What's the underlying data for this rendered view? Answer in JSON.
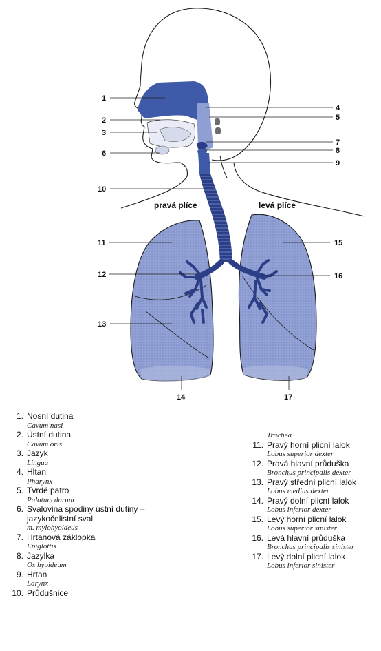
{
  "labels": {
    "right_lung": "pravá plíce",
    "left_lung": "levá plíce",
    "numbers": [
      "1",
      "2",
      "3",
      "4",
      "5",
      "6",
      "7",
      "8",
      "9",
      "10",
      "11",
      "12",
      "13",
      "14",
      "15",
      "16",
      "17"
    ]
  },
  "legend_left": [
    {
      "n": "1.",
      "cz": "Nosní dutina",
      "lat": "Cavum nasi"
    },
    {
      "n": "2.",
      "cz": "Ústní dutina",
      "lat": "Cavum oris"
    },
    {
      "n": "3.",
      "cz": "Jazyk",
      "lat": "Lingua"
    },
    {
      "n": "4.",
      "cz": "Hltan",
      "lat": "Pharynx"
    },
    {
      "n": "5.",
      "cz": "Tvrdé patro",
      "lat": "Palatum durum"
    },
    {
      "n": "6.",
      "cz": "Svalovina spodiny ústní dutiny –",
      "cz2": "jazykočelistní sval",
      "lat": "m. mylohyoideus"
    },
    {
      "n": "7.",
      "cz": "Hrtanová záklopka",
      "lat": "Epiglottis"
    },
    {
      "n": "8.",
      "cz": "Jazylka",
      "lat": "Os hyoideum"
    },
    {
      "n": "9.",
      "cz": "Hrtan",
      "lat": "Larynx"
    },
    {
      "n": "10.",
      "cz": "Průdušnice"
    }
  ],
  "legend_right_continuation": "Trachea",
  "legend_right": [
    {
      "n": "11.",
      "cz": "Pravý horní plicní lalok",
      "lat": "Lobus superior dexter"
    },
    {
      "n": "12.",
      "cz": "Pravá hlavní průduška",
      "lat": "Bronchus principalis dexter"
    },
    {
      "n": "13.",
      "cz": "Pravý střední plicní lalok",
      "lat": "Lobus medius dexter"
    },
    {
      "n": "14.",
      "cz": "Pravý dolní plicní lalok",
      "lat": "Lobus inferior dexter"
    },
    {
      "n": "15.",
      "cz": "Levý horní plicní lalok",
      "lat": "Lobus superior sinister"
    },
    {
      "n": "16.",
      "cz": "Levá hlavní průduška",
      "lat": "Bronchus principalis sinister"
    },
    {
      "n": "17.",
      "cz": "Levý dolní plicní lalok",
      "lat": "Lobus inferior sinister"
    }
  ],
  "colors": {
    "lung_fill": "#8f9fd3",
    "airway": "#2c3f86",
    "cavity": "#3f5aa8",
    "outline": "#1a1a1a"
  }
}
